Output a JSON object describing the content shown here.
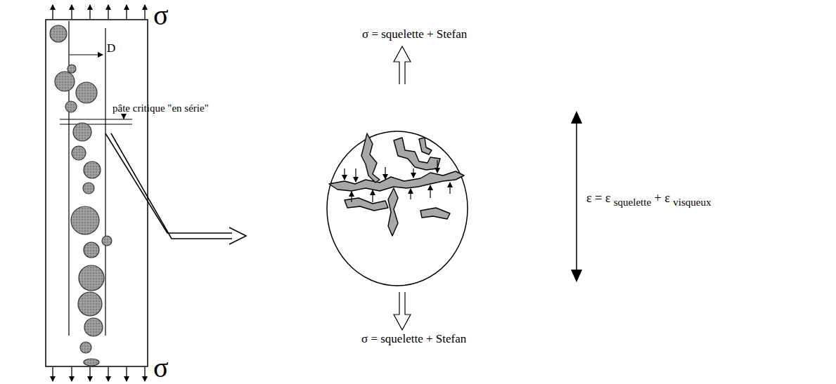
{
  "diagram": {
    "labels": [
      "σ",
      "σ",
      "D",
      "pâte critique \"en série\"",
      "σ = squelette + Stefan",
      "σ = squelette + Stefan",
      "ε = ε",
      "squelette",
      "+ ε",
      "visqueux"
    ]
  }
}
